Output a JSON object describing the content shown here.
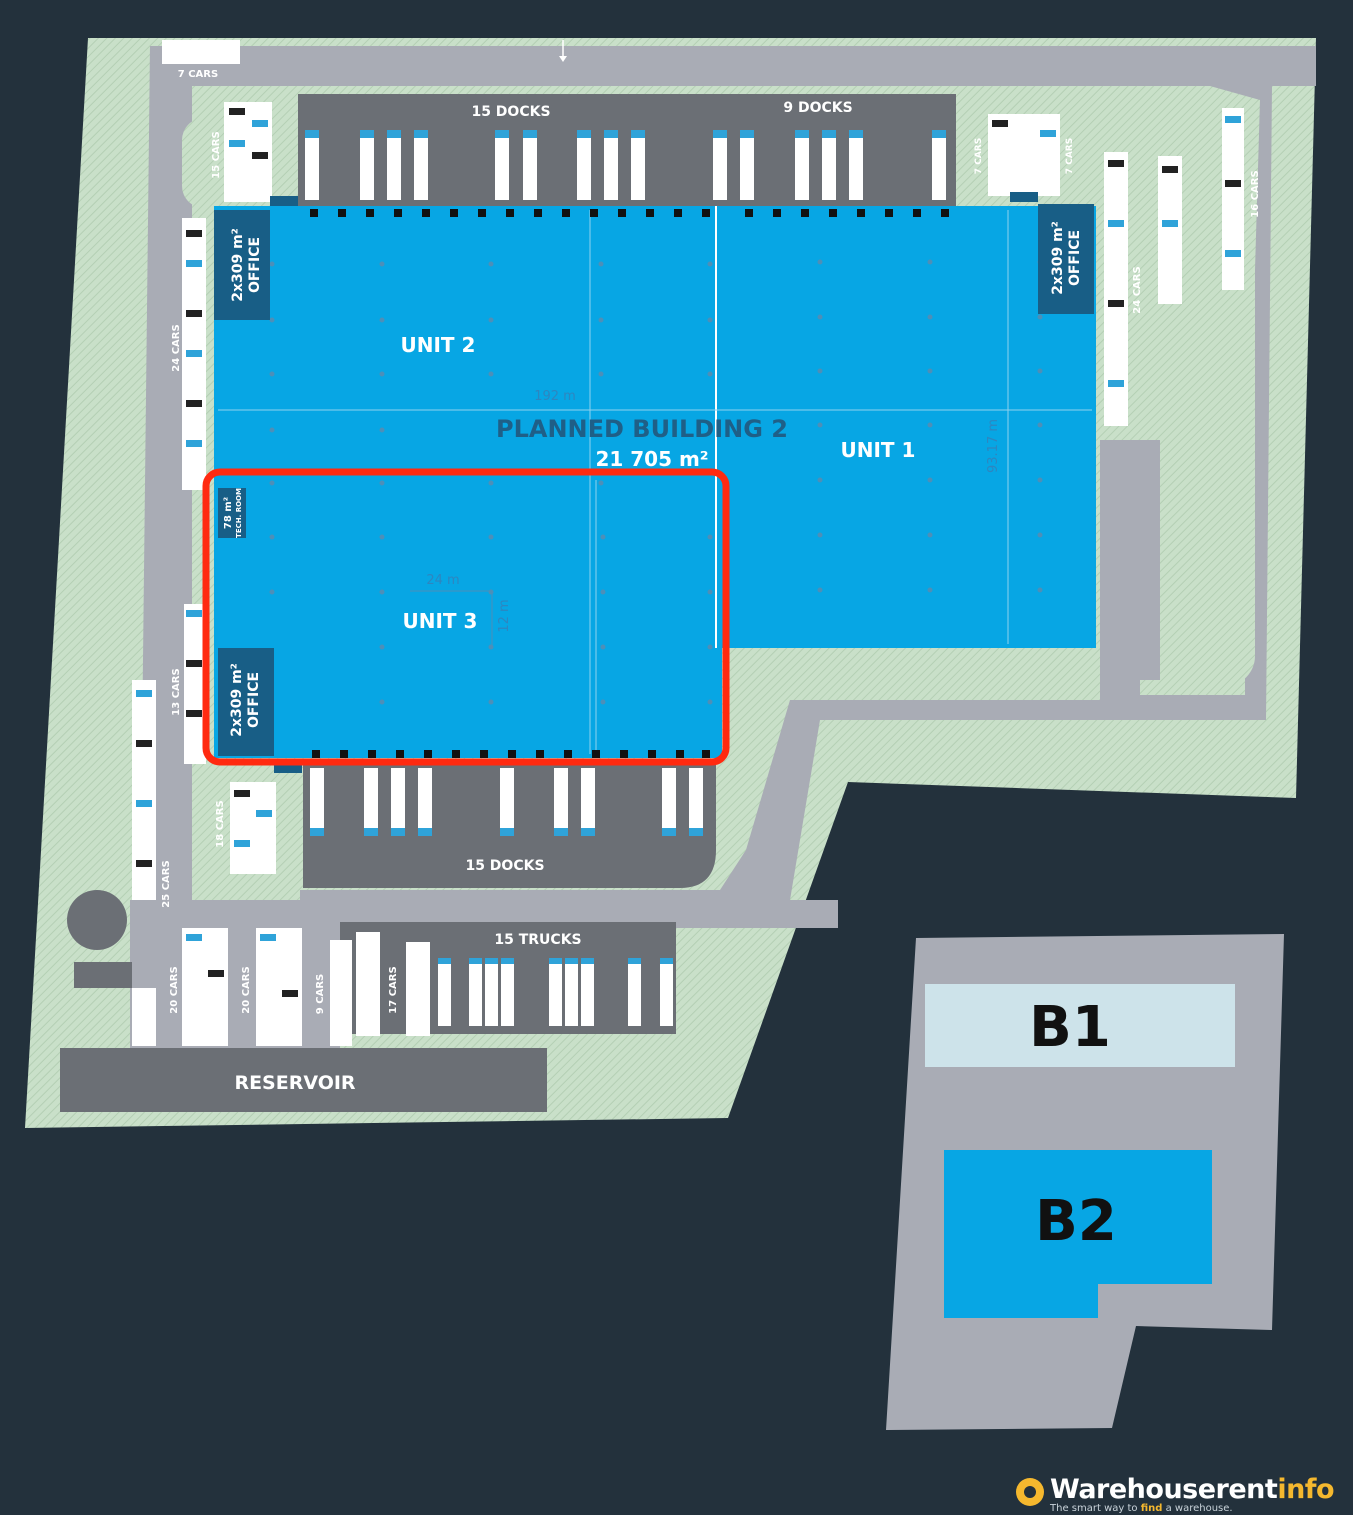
{
  "site": {
    "building_title": "PLANNED BUILDING 2",
    "building_area": "21 705 m²",
    "units": [
      {
        "label": "UNIT 2"
      },
      {
        "label": "UNIT 1"
      },
      {
        "label": "UNIT 3"
      }
    ],
    "offices": [
      {
        "area": "2x309 m²",
        "label": "OFFICE"
      },
      {
        "area": "2x309 m²",
        "label": "OFFICE"
      },
      {
        "area": "2x309 m²",
        "label": "OFFICE"
      }
    ],
    "tech_room": {
      "area": "78 m²",
      "label": "TECH. ROOM"
    },
    "dimensions": {
      "width": "192 m",
      "depth": "93.17 m",
      "grid_x": "24 m",
      "grid_y": "12 m"
    },
    "dock_labels": {
      "north_left": "15 DOCKS",
      "north_right": "9 DOCKS",
      "south": "15 DOCKS"
    },
    "parking_labels": {
      "top": "7 CARS",
      "nw": "15 CARS",
      "west": "24 CARS",
      "west_mid": "13 CARS",
      "sw_dock": "18 CARS",
      "far_west": "25 CARS",
      "bottom_1": "20 CARS",
      "bottom_2": "20 CARS",
      "bottom_3": "9 CARS",
      "bottom_4": "17 CARS",
      "ne_1": "7 CARS",
      "ne_2": "7 CARS",
      "east": "24 CARS",
      "far_east": "16 CARS"
    },
    "trucks_label": "15 TRUCKS",
    "reservoir_label": "RESERVOIR",
    "locator": {
      "b1": "B1",
      "b2": "B2"
    },
    "highlighted_unit": "UNIT 3"
  },
  "branding": {
    "name_main": "Warehouserent",
    "name_accent": "info",
    "tagline_pre": "The smart way to ",
    "tagline_highlight": "find",
    "tagline_post": " a warehouse."
  },
  "colors": {
    "background": "#23313c",
    "site_green": "#c9e0c9",
    "road": "#a9acb5",
    "dock_dark": "#6b6f75",
    "warehouse_blue": "#07a6e4",
    "office_dark": "#185e86",
    "highlight_red": "#ff2a10",
    "b1_fill": "#cde3ea",
    "b2_fill": "#07a6e4"
  }
}
